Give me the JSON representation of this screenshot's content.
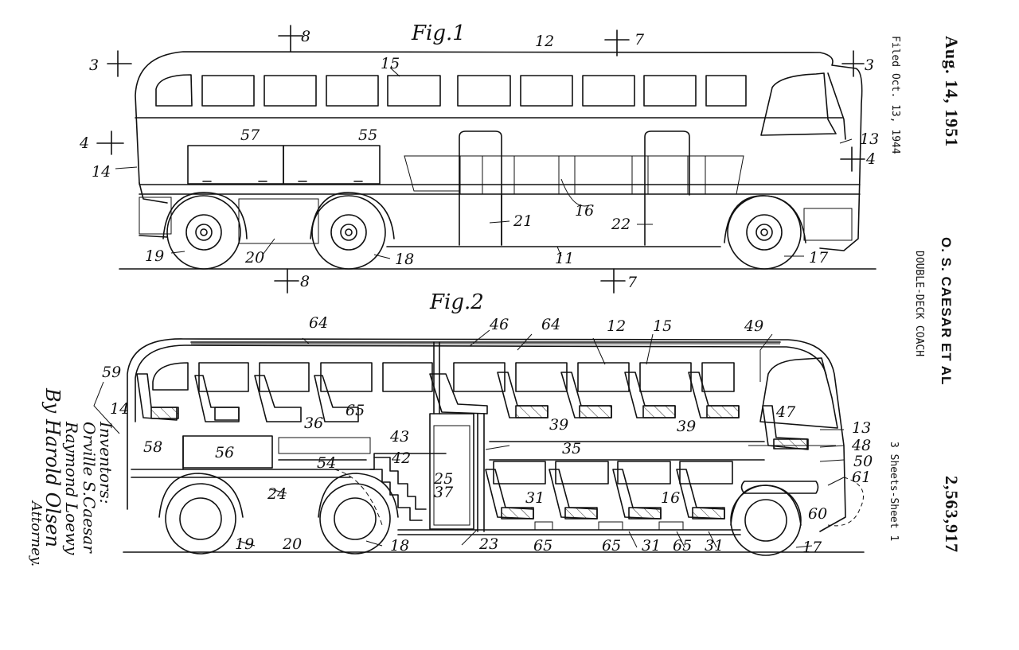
{
  "header": {
    "date": "Aug. 14, 1951",
    "filed": "Filed Oct. 13, 1944",
    "inventor_line": "O. S. CAESAR ET AL",
    "title": "DOUBLE-DECK COACH",
    "sheets": "3 Sheets-Sheet 1",
    "patent_number": "2,563,917"
  },
  "figures": {
    "fig1_label": "Fig.1",
    "fig2_label": "Fig.2"
  },
  "signature": {
    "inventors_label": "Inventors:",
    "inventor1": "Orville S.Caesar",
    "inventor2": "Raymond Loewy",
    "by_attorney": "By Harold Olsen",
    "attorney_label": "Attorney."
  },
  "fig1_refs": {
    "r8a": "8",
    "r12": "12",
    "r7a": "7",
    "r3a": "3",
    "r15": "15",
    "r3b": "3",
    "r4a": "4",
    "r57": "57",
    "r55": "55",
    "r13": "13",
    "r14": "14",
    "r4b": "4",
    "r16": "16",
    "r21": "21",
    "r22": "22",
    "r19": "19",
    "r20": "20",
    "r18": "18",
    "r11": "11",
    "r17": "17",
    "r8b": "8",
    "r7b": "7"
  },
  "fig2_refs": {
    "r64a": "64",
    "r46": "46",
    "r64b": "64",
    "r12": "12",
    "r15": "15",
    "r49": "49",
    "r59": "59",
    "r14": "14",
    "r36": "36",
    "r65a": "65",
    "r39a": "39",
    "r39b": "39",
    "r47": "47",
    "r13": "13",
    "r58": "58",
    "r56": "56",
    "r43": "43",
    "r42": "42",
    "r35": "35",
    "r54": "54",
    "r48": "48",
    "r50": "50",
    "r61": "61",
    "r24": "24",
    "r25": "25",
    "r37": "37",
    "r31a": "31",
    "r16": "16",
    "r60": "60",
    "r19": "19",
    "r20": "20",
    "r18": "18",
    "r23": "23",
    "r65b": "65",
    "r65c": "65",
    "r31b": "31",
    "r65d": "65",
    "r31c": "31",
    "r17": "17"
  }
}
